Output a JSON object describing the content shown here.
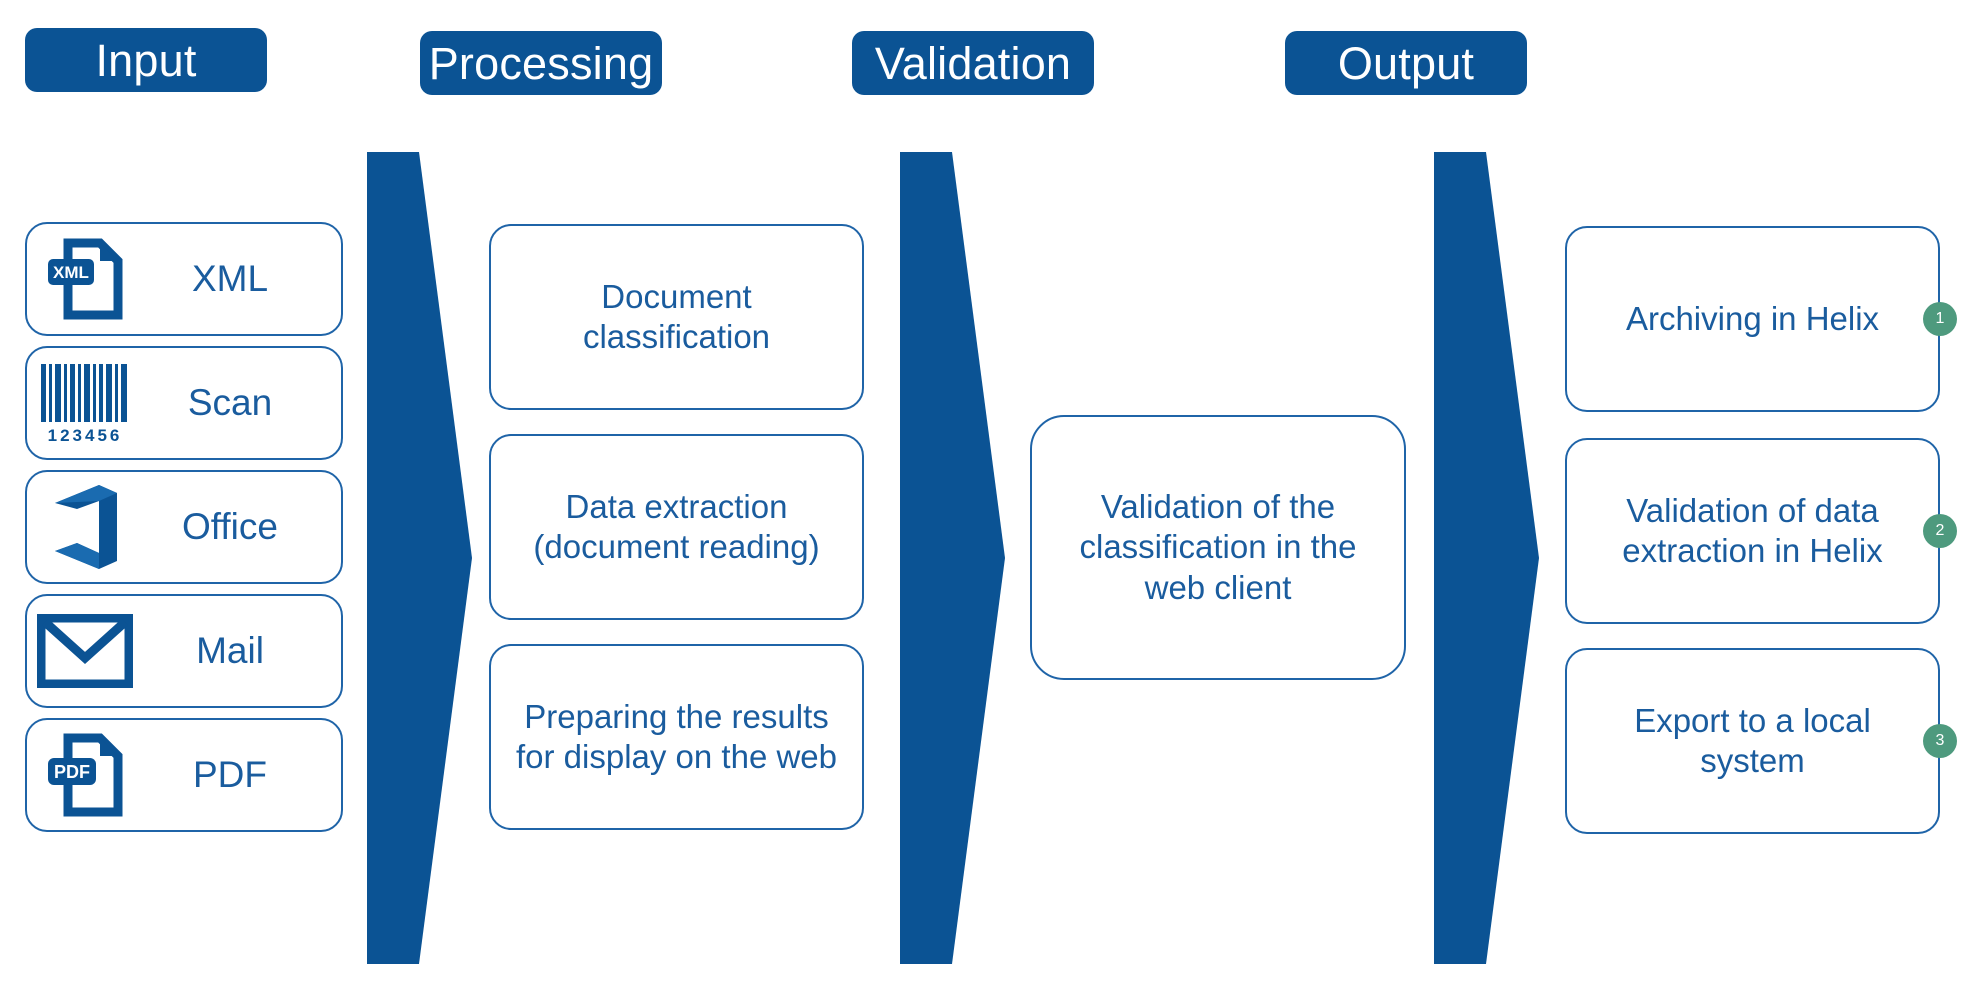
{
  "theme": {
    "header_fill": "#0b5394",
    "header_text": "#ffffff",
    "arrow_fill": "#0b5394",
    "card_border": "#1f64a8",
    "card_text": "#1a5c9e",
    "badge_fill": "#4e9a7e",
    "badge_text": "#ffffff",
    "background": "#ffffff"
  },
  "columns": [
    {
      "key": "input",
      "header": "Input",
      "items": [
        {
          "label": "XML",
          "icon": "xml-file-icon",
          "icon_text": "XML"
        },
        {
          "label": "Scan",
          "icon": "barcode-icon",
          "icon_text": "1 2 3 4 5 6"
        },
        {
          "label": "Office",
          "icon": "office-icon",
          "icon_text": ""
        },
        {
          "label": "Mail",
          "icon": "envelope-icon",
          "icon_text": ""
        },
        {
          "label": "PDF",
          "icon": "pdf-file-icon",
          "icon_text": "PDF"
        }
      ]
    },
    {
      "key": "processing",
      "header": "Processing",
      "items": [
        {
          "label": "Document classification"
        },
        {
          "label": "Data extraction (document reading)"
        },
        {
          "label": "Preparing the results for display on the web"
        }
      ]
    },
    {
      "key": "validation",
      "header": "Validation",
      "items": [
        {
          "label": "Validation of the classification in the web client"
        }
      ]
    },
    {
      "key": "output",
      "header": "Output",
      "items": [
        {
          "label": "Archiving in Helix",
          "badge": "1"
        },
        {
          "label": "Validation of data extraction in Helix",
          "badge": "2"
        },
        {
          "label": "Export to a local system",
          "badge": "3"
        }
      ]
    }
  ],
  "arrows": [
    {
      "name": "arrow-input-to-processing"
    },
    {
      "name": "arrow-processing-to-validation"
    },
    {
      "name": "arrow-validation-to-output"
    }
  ]
}
